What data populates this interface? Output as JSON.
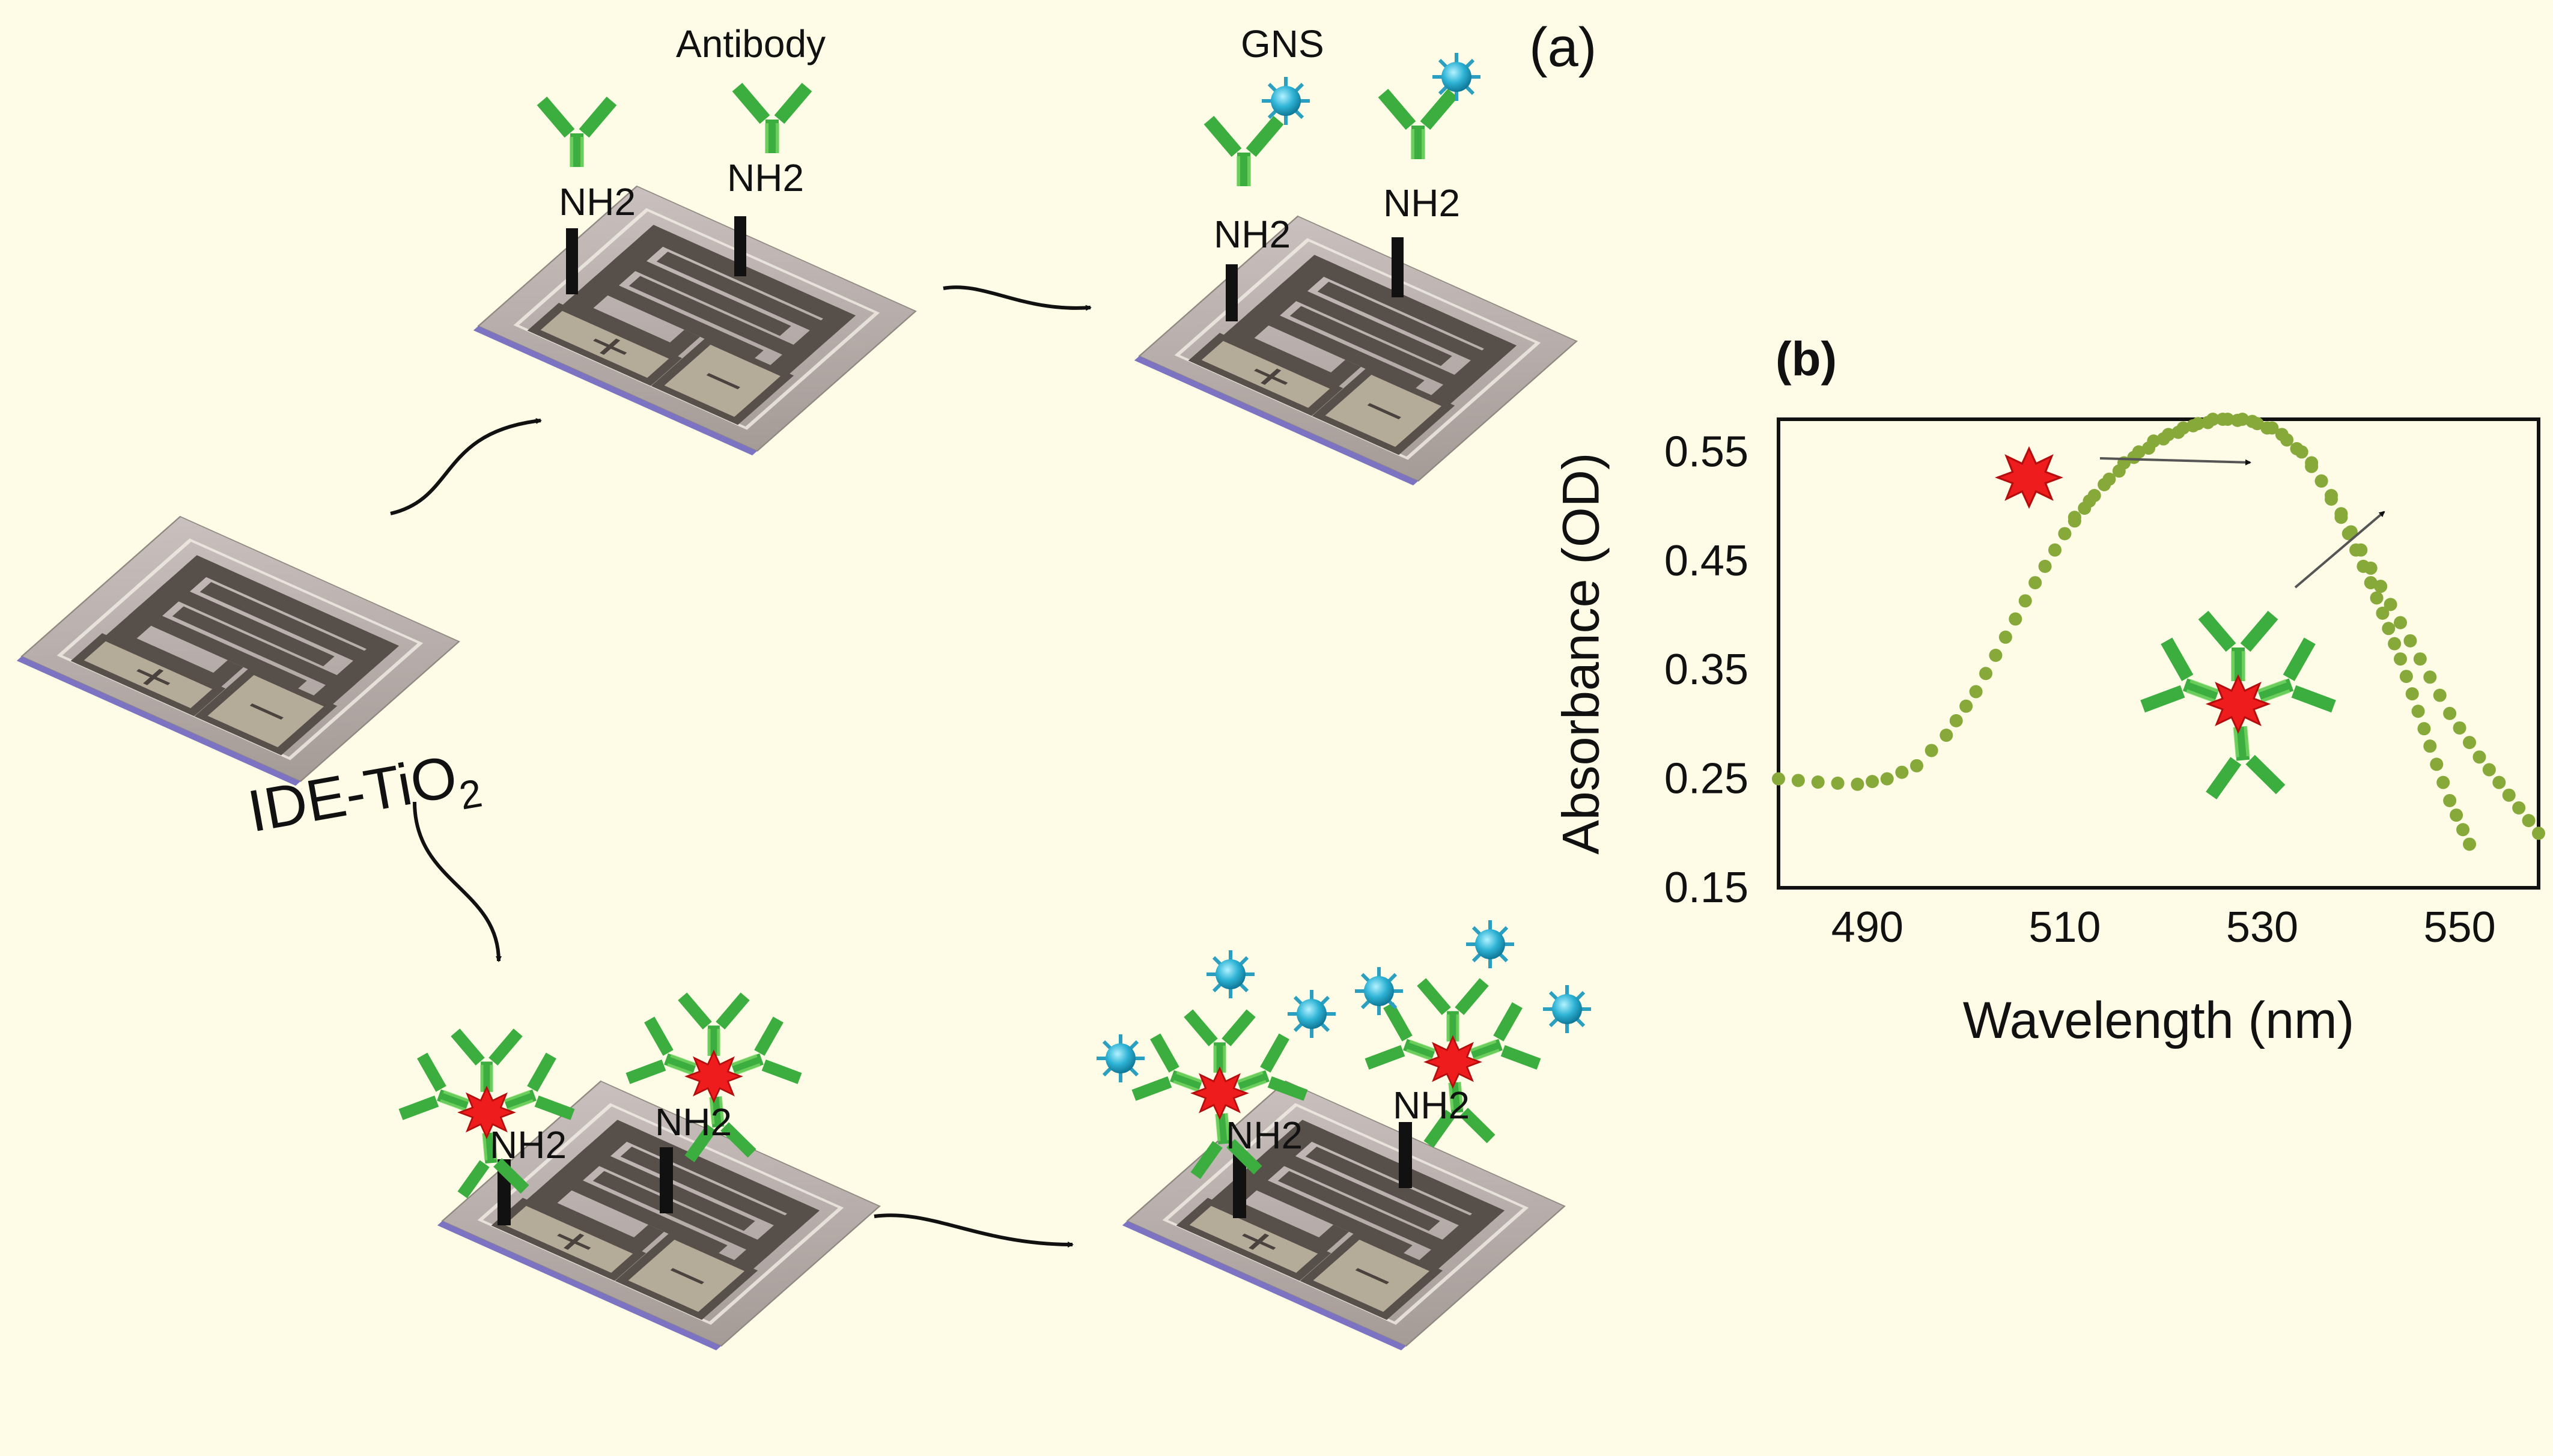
{
  "panel_a": {
    "label": "(a)",
    "substrate_label_base": "IDE-TiO",
    "substrate_label_sub": "2",
    "antibody_label": "Antibody",
    "gns_label": "GNS",
    "amine_label": "NH2",
    "electrode_plus": "+",
    "electrode_minus": "−"
  },
  "panel_b": {
    "label": "(b)",
    "chart_data": {
      "type": "line",
      "xlabel": "Wavelength (nm)",
      "ylabel": "Absorbance (OD)",
      "xlim": [
        481,
        558
      ],
      "ylim": [
        0.15,
        0.58
      ],
      "xticks": [
        490,
        510,
        530,
        550
      ],
      "yticks": [
        0.15,
        0.25,
        0.35,
        0.45,
        0.55
      ],
      "grid": false,
      "legend": "none",
      "series": [
        {
          "color": "#86a93a",
          "style": "dotted",
          "x": [
            481,
            485,
            489,
            492,
            495,
            498,
            501,
            504,
            507,
            510,
            513,
            516,
            519,
            522,
            525,
            528,
            531,
            534,
            537,
            540,
            543,
            546,
            549,
            552,
            555,
            558
          ],
          "y": [
            0.25,
            0.247,
            0.245,
            0.25,
            0.262,
            0.29,
            0.33,
            0.38,
            0.43,
            0.475,
            0.51,
            0.54,
            0.56,
            0.572,
            0.58,
            0.58,
            0.572,
            0.55,
            0.51,
            0.46,
            0.41,
            0.36,
            0.31,
            0.27,
            0.235,
            0.2
          ]
        },
        {
          "color": "#86a93a",
          "style": "dotted",
          "x": [
            511,
            514,
            517,
            520,
            523,
            526,
            529,
            532,
            535,
            538,
            541,
            544,
            547,
            549,
            551
          ],
          "y": [
            0.49,
            0.52,
            0.545,
            0.562,
            0.574,
            0.58,
            0.578,
            0.566,
            0.54,
            0.49,
            0.43,
            0.36,
            0.28,
            0.23,
            0.19
          ]
        }
      ]
    }
  }
}
